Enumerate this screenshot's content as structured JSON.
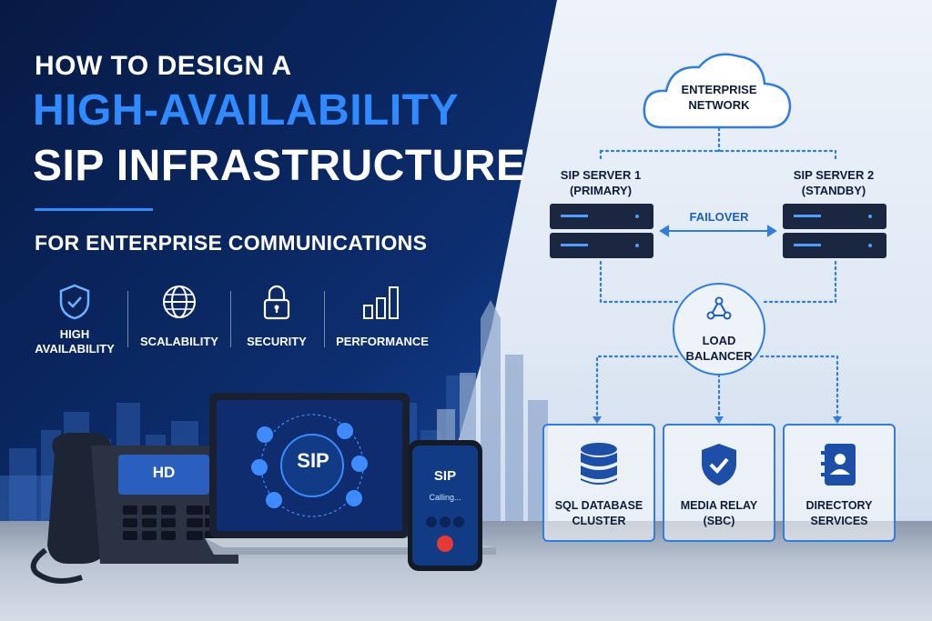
{
  "title": {
    "line1": "HOW TO DESIGN A",
    "line2": "HIGH-AVAILABILITY",
    "line3": "SIP INFRASTRUCTURE",
    "subtitle": "FOR ENTERPRISE COMMUNICATIONS"
  },
  "features": [
    {
      "label": "HIGH\nAVAILABILITY",
      "icon": "shield-check-icon"
    },
    {
      "label": "SCALABILITY",
      "icon": "globe-icon"
    },
    {
      "label": "SECURITY",
      "icon": "lock-icon"
    },
    {
      "label": "PERFORMANCE",
      "icon": "bar-chart-icon"
    }
  ],
  "devices": {
    "desk_phone_screen": "HD",
    "laptop_screen": "SIP",
    "mobile_title": "SIP",
    "mobile_status": "Calling..."
  },
  "diagram": {
    "cloud": "ENTERPRISE\nNETWORK",
    "server1": "SIP SERVER 1\n(PRIMARY)",
    "server2": "SIP SERVER 2\n(STANDBY)",
    "failover": "FAILOVER",
    "load_balancer": "LOAD\nBALANCER",
    "services": [
      {
        "label": "SQL DATABASE\nCLUSTER",
        "icon": "database-icon"
      },
      {
        "label": "MEDIA RELAY\n(SBC)",
        "icon": "shield-check-icon"
      },
      {
        "label": "DIRECTORY\nSERVICES",
        "icon": "address-book-icon"
      }
    ]
  },
  "colors": {
    "accent": "#2f8bff",
    "dark": "#071a44",
    "line": "#2f7de0"
  }
}
